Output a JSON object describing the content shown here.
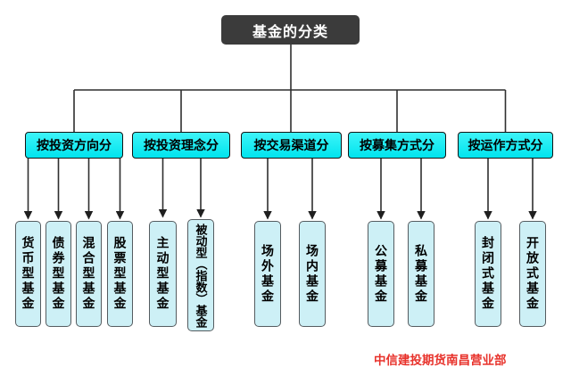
{
  "title": {
    "label": "基金的分类"
  },
  "branches": [
    {
      "label": "按投资方向分",
      "children": [
        "货币型基金",
        "债券型基金",
        "混合型基金",
        "股票型基金"
      ]
    },
    {
      "label": "按投资理念分",
      "children": [
        "主动型基金",
        "被动型（指数）基金"
      ]
    },
    {
      "label": "按交易渠道分",
      "children": [
        "场外基金",
        "场内基金"
      ]
    },
    {
      "label": "按募集方式分",
      "children": [
        "公募基金",
        "私募基金"
      ]
    },
    {
      "label": "按运作方式分",
      "children": [
        "封闭式基金",
        "开放式基金"
      ]
    }
  ],
  "footer": {
    "label": "中信建投期货南昌营业部"
  },
  "colors": {
    "root_bg": "#3b3b3b",
    "root_text": "#ffffff",
    "branch_bg": "#00e9f2",
    "leaf_bg": "#cdf0f6",
    "connector": "#2f2f2f",
    "footer_text": "#e8332c"
  }
}
